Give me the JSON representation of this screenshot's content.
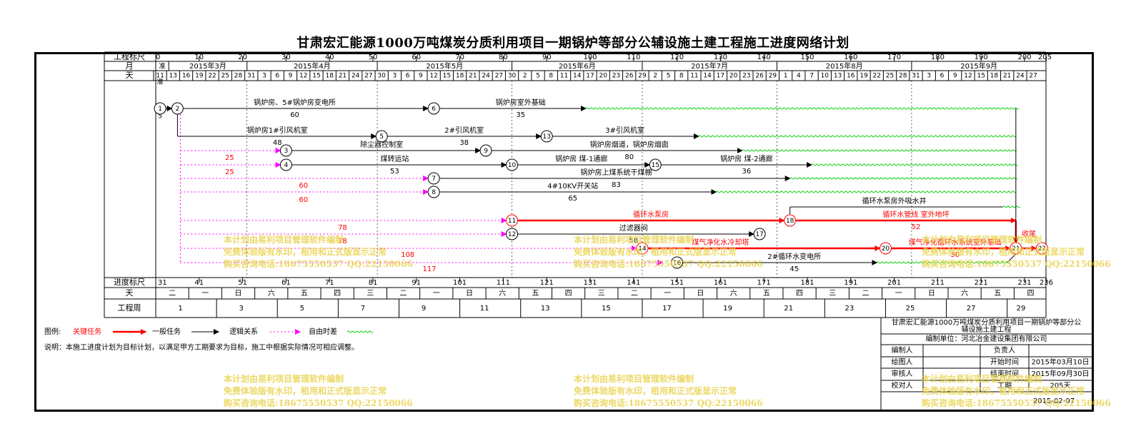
{
  "title": "甘肃宏汇能源1000万吨煤炭分质利用项目一期锅炉等部分公辅设施土建工程施工进度网络计划",
  "scale_rows": {
    "ruler": "工程标尺",
    "month": "月",
    "day": "天",
    "progress": "进度标尺",
    "weekday": "天",
    "week": "工程周"
  },
  "ruler_ticks": [
    "0",
    "10",
    "20",
    "30",
    "40",
    "50",
    "60",
    "70",
    "80",
    "90",
    "100",
    "110",
    "120",
    "130",
    "140",
    "150",
    "160",
    "170",
    "180",
    "190",
    "200",
    "205"
  ],
  "months": [
    "准",
    "2015年3月",
    "2015年4月",
    "2015年5月",
    "2015年6月",
    "2015年7月",
    "2015年8月",
    "2015年9月"
  ],
  "days": [
    "11",
    "13",
    "16",
    "19",
    "22",
    "25",
    "28",
    "31",
    "3",
    "6",
    "9",
    "12",
    "15",
    "18",
    "21",
    "24",
    "27",
    "30",
    "3",
    "6",
    "9",
    "12",
    "15",
    "18",
    "21",
    "24",
    "27",
    "30",
    "2",
    "5",
    "8",
    "11",
    "14",
    "17",
    "20",
    "23",
    "26",
    "29",
    "2",
    "5",
    "8",
    "11",
    "14",
    "17",
    "20",
    "23",
    "26",
    "29",
    "1",
    "4",
    "7",
    "10",
    "13",
    "16",
    "19",
    "22",
    "25",
    "28",
    "31",
    "3",
    "6",
    "9",
    "12",
    "15",
    "18",
    "21",
    "24",
    "27"
  ],
  "progress_ticks": [
    "31",
    "41",
    "51",
    "61",
    "71",
    "81",
    "91",
    "101",
    "111",
    "121",
    "131",
    "141",
    "151",
    "161",
    "171",
    "181",
    "191",
    "201",
    "211",
    "221",
    "231",
    "236"
  ],
  "weekdays": [
    "二",
    "一",
    "日",
    "六",
    "五",
    "四",
    "三",
    "二",
    "一",
    "日",
    "六",
    "五",
    "四",
    "三",
    "二",
    "一",
    "日",
    "六",
    "五",
    "四",
    "三",
    "二",
    "一",
    "日",
    "六",
    "五",
    "四"
  ],
  "weeks": [
    "1",
    "3",
    "5",
    "7",
    "9",
    "11",
    "13",
    "15",
    "17",
    "19",
    "21",
    "23",
    "25",
    "27",
    "29"
  ],
  "nodes": [
    "1",
    "2",
    "3",
    "4",
    "5",
    "6",
    "7",
    "8",
    "9",
    "10",
    "11",
    "12",
    "13",
    "14",
    "15",
    "16",
    "17",
    "18",
    "19",
    "20",
    "21",
    "22"
  ],
  "tasks": [
    {
      "name": "锅炉房、5#锅炉房变电所",
      "dur": "60"
    },
    {
      "name": "锅炉房室外基础",
      "dur": "35"
    },
    {
      "name": "锅炉房1#引风机室",
      "dur": "48"
    },
    {
      "name": "2#引风机室",
      "dur": "38"
    },
    {
      "name": "3#引风机室",
      "dur": ""
    },
    {
      "name": "除尘器控制室",
      "dur": ""
    },
    {
      "name": "锅炉房烟道，锅炉房烟囱",
      "dur": "80"
    },
    {
      "name": "煤转运站",
      "dur": "53"
    },
    {
      "name": "锅炉房  煤-1通廊",
      "dur": ""
    },
    {
      "name": "锅炉房  煤-2通廊",
      "dur": "36"
    },
    {
      "name": "锅炉房上煤系统干煤棚",
      "dur": "83"
    },
    {
      "name": "4#10KV开关站",
      "dur": "65"
    },
    {
      "name": "循环水泵房外吸水井",
      "dur": ""
    },
    {
      "name": "循环水泵房",
      "dur": ""
    },
    {
      "name": "循环水管线 室外地坪",
      "dur": "52"
    },
    {
      "name": "过滤器间",
      "dur": "58"
    },
    {
      "name": "煤气净化水冷却塔",
      "dur": ""
    },
    {
      "name": "煤气净化循环水系统室外基础",
      "dur": "30"
    },
    {
      "name": "2#循环水变电所",
      "dur": "45"
    },
    {
      "name": "收尾",
      "dur": ""
    }
  ],
  "float_labels": [
    "25",
    "25",
    "60",
    "60",
    "78",
    "78",
    "108",
    "117"
  ],
  "side_labels": {
    "start_a": "5",
    "start_b": "准备工作"
  },
  "legend": {
    "label": "图例:",
    "critical": "关键任务",
    "normal": "一般任务",
    "logic": "逻辑关系",
    "free": "自由时差"
  },
  "note": "说明：本施工进度计划为目标计划，以满足甲方工期要求为目标，施工中根据实际情况可相应调整。",
  "info": {
    "title": "甘肃宏汇能源1000万吨煤炭分质利用项目一期锅炉等部分公辅设施土建工程",
    "unit": "编制单位：河北冶金建设集团有限公司",
    "rows": [
      {
        "a": "编制人",
        "b": "",
        "c": "负责人",
        "d": ""
      },
      {
        "a": "绘图人",
        "b": "",
        "c": "开始时间",
        "d": "2015年03月10日"
      },
      {
        "a": "审核人",
        "b": "",
        "c": "结束时间",
        "d": "2015年09月30日"
      },
      {
        "a": "校对人",
        "b": "",
        "c": "工期",
        "d": "205天"
      }
    ],
    "date": "2015-02-07"
  },
  "watermark": {
    "l1": "本计划由易利项目管理软件编制",
    "l2": "免费体验版有水印，租用和正式版显示正常",
    "l3": "购买咨询电话:18675550537 QQ:22150066"
  },
  "colors": {
    "critical": "#ff0000",
    "free": "#ff00ff",
    "float": "#00cc00",
    "watermark": "#e9d24a"
  }
}
